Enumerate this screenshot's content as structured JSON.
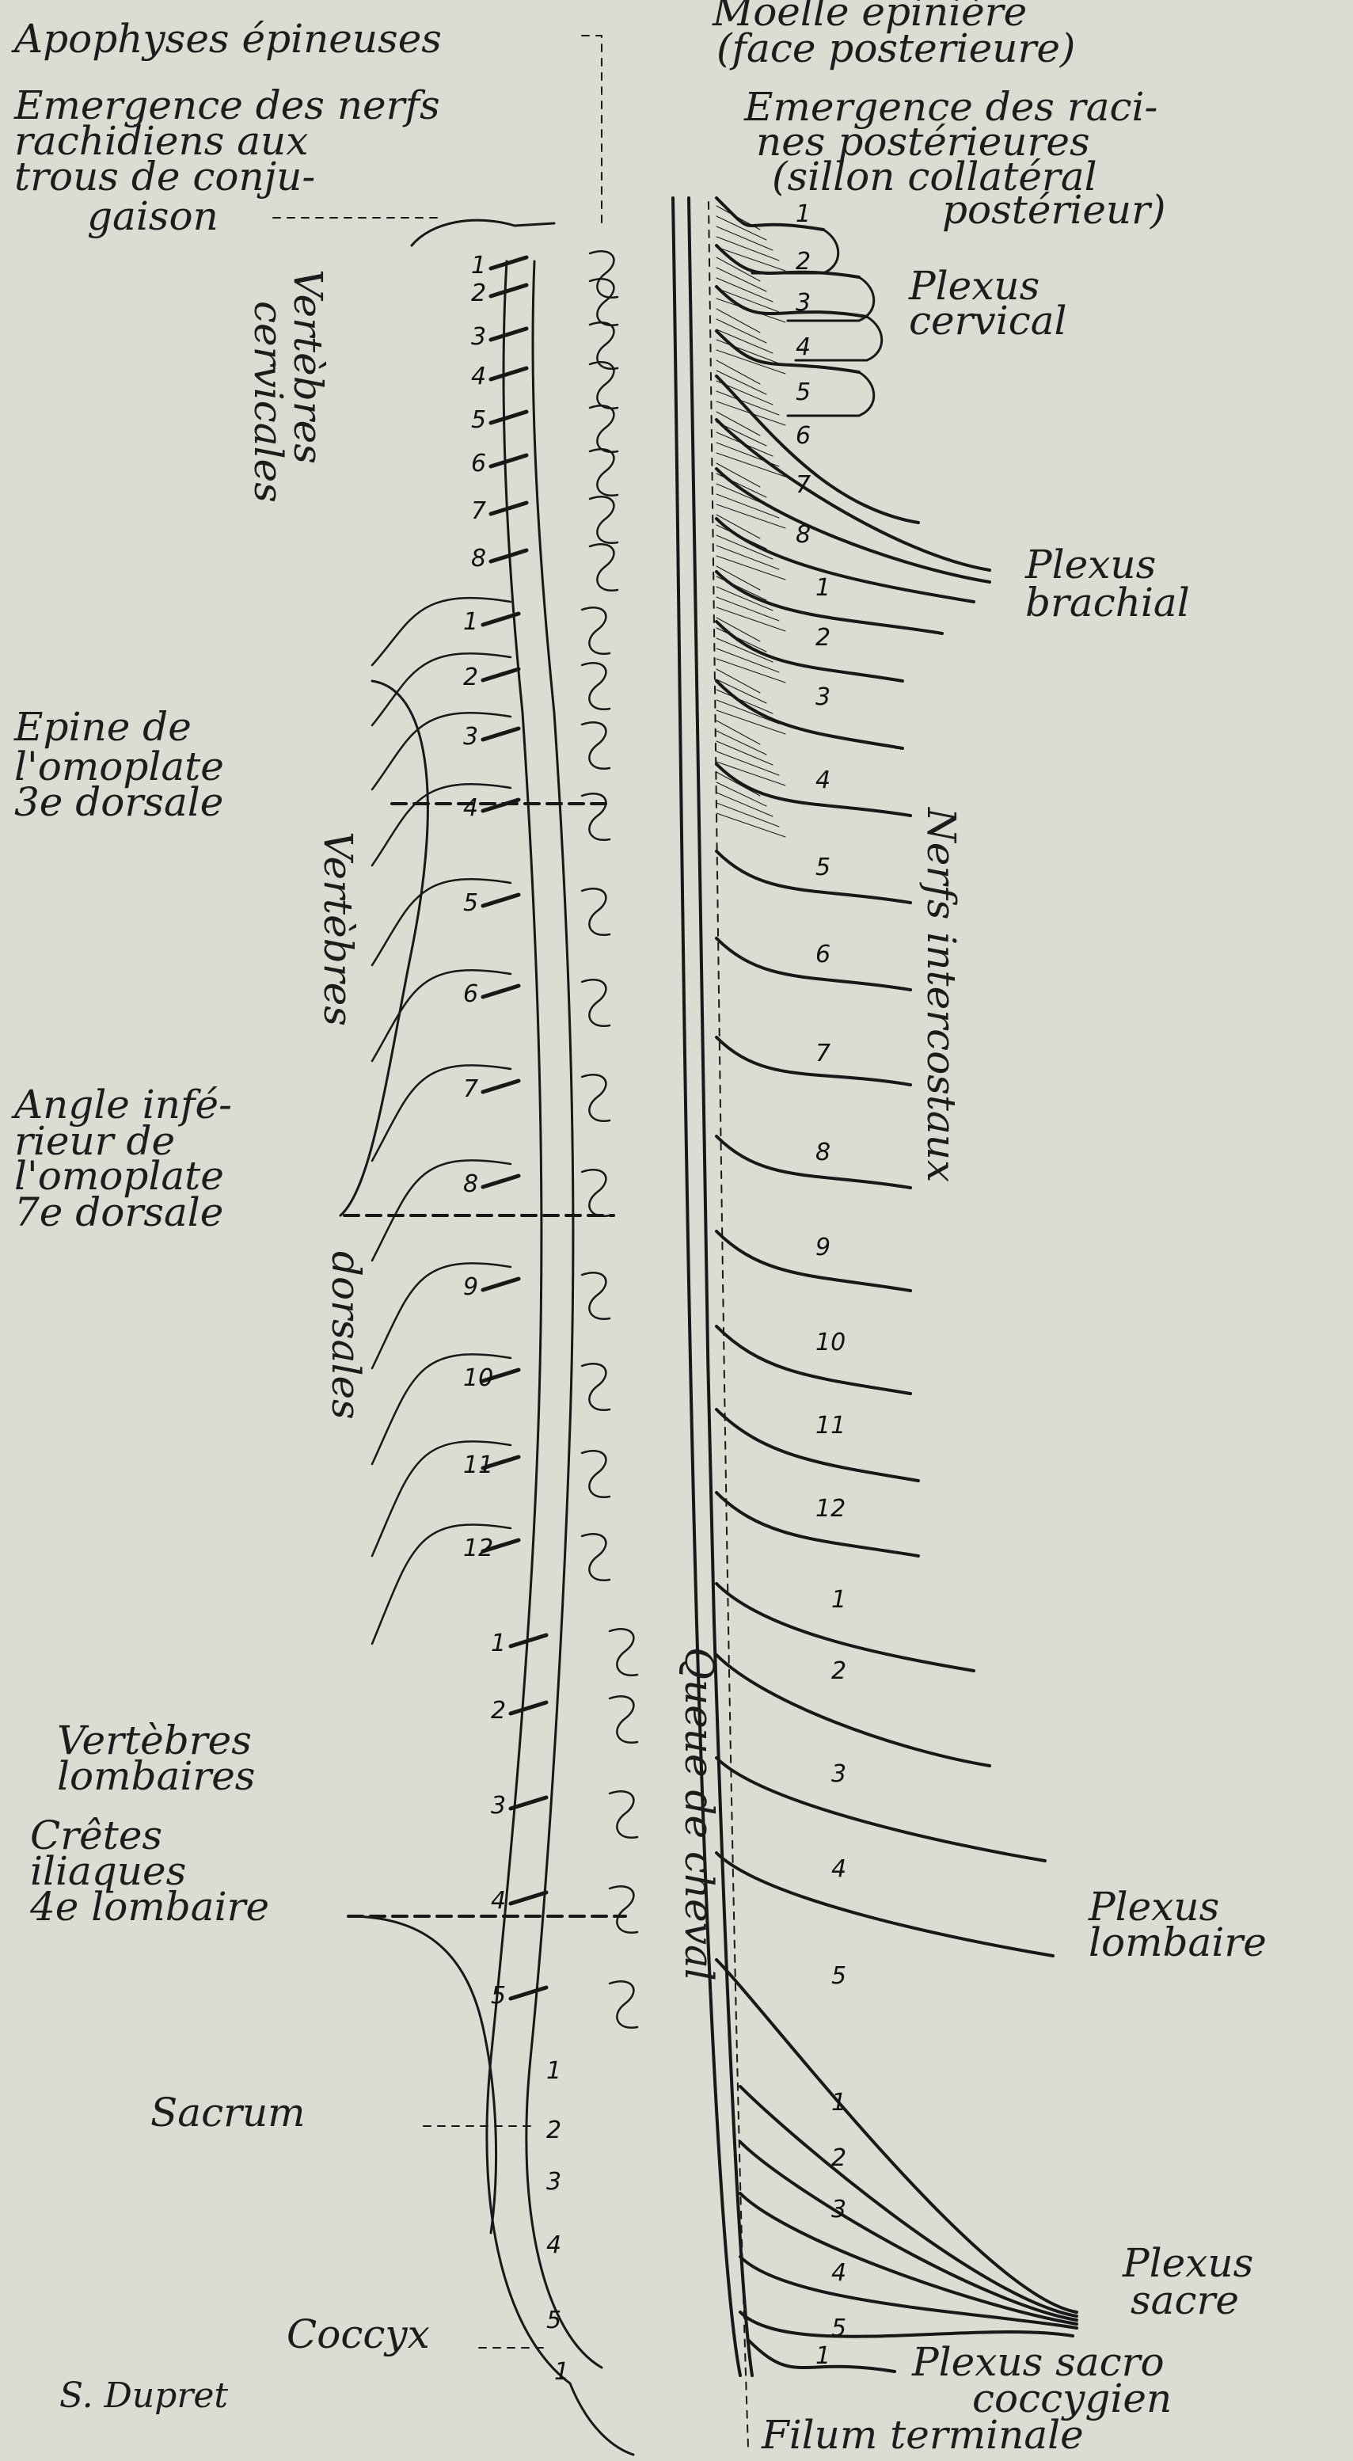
{
  "labels": {
    "apophyses": "Apophyses épineuses",
    "emergence_nerfs_1": "Emergence des nerfs",
    "emergence_nerfs_2": "rachidiens aux",
    "emergence_nerfs_3": "trous de conju-",
    "emergence_nerfs_4": "gaison",
    "vertebres_cervicales_1": "Vertèbres",
    "vertebres_cervicales_2": "cervicales",
    "epine_1": "Epine de",
    "epine_2": "l'omoplate",
    "epine_3": "3e dorsale",
    "angle_1": "Angle infé-",
    "angle_2": "rieur de",
    "angle_3": "l'omoplate",
    "angle_4": "7e dorsale",
    "vertebres_dorsales_1": "Vertèbres",
    "vertebres_dorsales_2": "dorsales",
    "vertebres_lombaires_1": "Vertèbres",
    "vertebres_lombaires_2": "lombaires",
    "cretes_1": "Crêtes",
    "cretes_2": "iliaques",
    "cretes_3": "4e lombaire",
    "sacrum": "Sacrum",
    "coccyx": "Coccyx",
    "signature": "S. Dupret",
    "moelle_1": "Moelle epinière",
    "moelle_2": "(face posterieure)",
    "emergence_rac_1": "Emergence des raci-",
    "emergence_rac_2": "nes postérieures",
    "emergence_rac_3": "(sillon collatéral",
    "emergence_rac_4": "postérieur)",
    "plexus_cervical_1": "Plexus",
    "plexus_cervical_2": "cervical",
    "plexus_brachial_1": "Plexus",
    "plexus_brachial_2": "brachial",
    "nerfs_intercostaux": "Nerfs intercostaux",
    "plexus_lombaire_1": "Plexus",
    "plexus_lombaire_2": "lombaire",
    "plexus_sacre_1": "Plexus",
    "plexus_sacre_2": "sacre",
    "plexus_sacro_1": "Plexus sacro",
    "plexus_sacro_2": "coccygien",
    "queue_de_cheval": "Queue de cheval",
    "filum": "Filum terminale"
  },
  "numbering": {
    "cervical": [
      "1",
      "2",
      "3",
      "4",
      "5",
      "6",
      "7",
      "8"
    ],
    "dorsal": [
      "1",
      "2",
      "3",
      "4",
      "5",
      "6",
      "7",
      "8",
      "9",
      "10",
      "11",
      "12"
    ],
    "lumbar": [
      "1",
      "2",
      "3",
      "4",
      "5"
    ],
    "sacral": [
      "1",
      "2",
      "3",
      "4",
      "5"
    ],
    "coccygeal": [
      "1"
    ]
  }
}
